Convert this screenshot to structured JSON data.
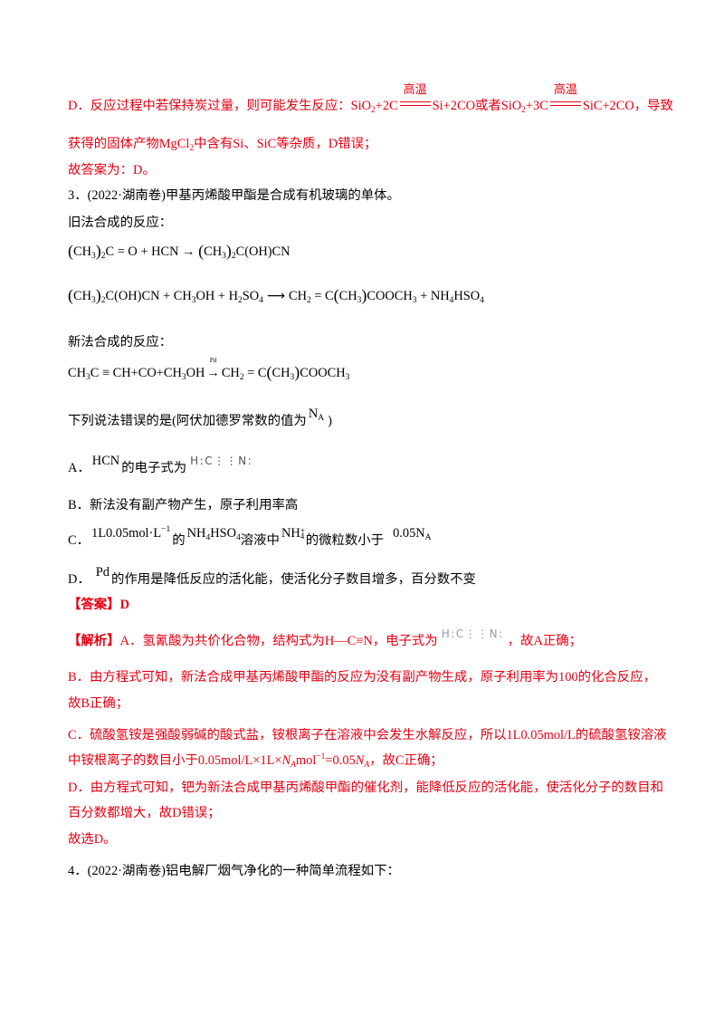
{
  "colors": {
    "answer_text": "#e60012",
    "body_text": "#000000"
  },
  "q2_explanation_tail": {
    "option_d": [
      "D．反应过程中若保持炭过量，则可能发生反应：SiO",
      "2",
      "+2C",
      "高温",
      "Si+2CO或者SiO",
      "2",
      "+3C",
      "高温",
      "SiC+2CO，导致"
    ],
    "option_d_cont": [
      "获得的固体产物MgCl",
      "2",
      "中含有Si、SiC等杂质，D错误；"
    ],
    "conclusion": "故答案为：D。"
  },
  "q3": {
    "stem": "3．(2022·湖南卷)甲基丙烯酸甲酯是合成有机玻璃的单体。",
    "old_method_label": "旧法合成的反应：",
    "old_eq1": [
      "(",
      "CH",
      "3",
      ")",
      "2",
      "C = O + HCN → ",
      "(",
      "CH",
      "3",
      ")",
      "2",
      "C(OH)CN"
    ],
    "old_eq2": [
      "(",
      "CH",
      "3",
      ")",
      "2",
      "C(OH)CN + CH",
      "3",
      "OH + H",
      "2",
      "SO",
      "4",
      "⟶",
      "CH",
      "2",
      " = C",
      "(",
      "CH",
      "3",
      ")",
      "COOCH",
      "3",
      " + NH",
      "4",
      "HSO",
      "4"
    ],
    "new_method_label": "新法合成的反应：",
    "new_eq": [
      "CH",
      "3",
      "C ≡ CH+CO+CH",
      "3",
      "OH",
      "Pd",
      "→",
      "CH",
      "2",
      " = C",
      "(",
      "CH",
      "3",
      ")",
      "COOCH",
      "3"
    ],
    "question": [
      "下列说法错误的是(阿伏加德罗常数的值为",
      "N",
      "A",
      ")"
    ],
    "options": {
      "a": [
        "A．",
        "HCN",
        "的电子式为",
        "H:C⋮⋮N:"
      ],
      "b": "B．新法没有副产物产生，原子利用率高",
      "c": [
        "C．",
        "1L0.05mol·L",
        "−1",
        "的",
        "NH",
        "4",
        "HSO",
        "4",
        "溶液中",
        "NH",
        "4",
        "+",
        "的微粒数小于",
        "0.05N",
        "A"
      ],
      "d": [
        "D．",
        "Pd",
        "的作用是降低反应的活化能，使活化分子数目增多，百分数不变"
      ]
    },
    "answer": {
      "label": "【答案】",
      "value": "D"
    },
    "analysis": {
      "label": "【解析】",
      "a": [
        "A．氢氰酸为共价化合物，结构式为H—C≡N，电子式为",
        "H:C⋮⋮N:",
        "，故A正确；"
      ],
      "b1": "B．由方程式可知，新法合成甲基丙烯酸甲酯的反应为没有副产物生成，原子利用率为100的化合反应，",
      "b2": "故B正确；",
      "c1": "C．硫酸氢铵是强酸弱碱的酸式盐，铵根离子在溶液中会发生水解反应，所以1L0.05mol/L的硫酸氢铵溶液",
      "c2": [
        "中铵根离子的数目小于0.05mol/L×1L×",
        "N",
        "A",
        "mol",
        "−1",
        "=0.05",
        "N",
        "A",
        "，故C正确；"
      ],
      "d1": "D．由方程式可知，钯为新法合成甲基丙烯酸甲酯的催化剂，能降低反应的活化能，使活化分子的数目和",
      "d2": "百分数都增大，故D错误；",
      "conclusion": "故选D。"
    }
  },
  "q4": {
    "stem": "4．(2022·湖南卷)铝电解厂烟气净化的一种简单流程如下："
  }
}
